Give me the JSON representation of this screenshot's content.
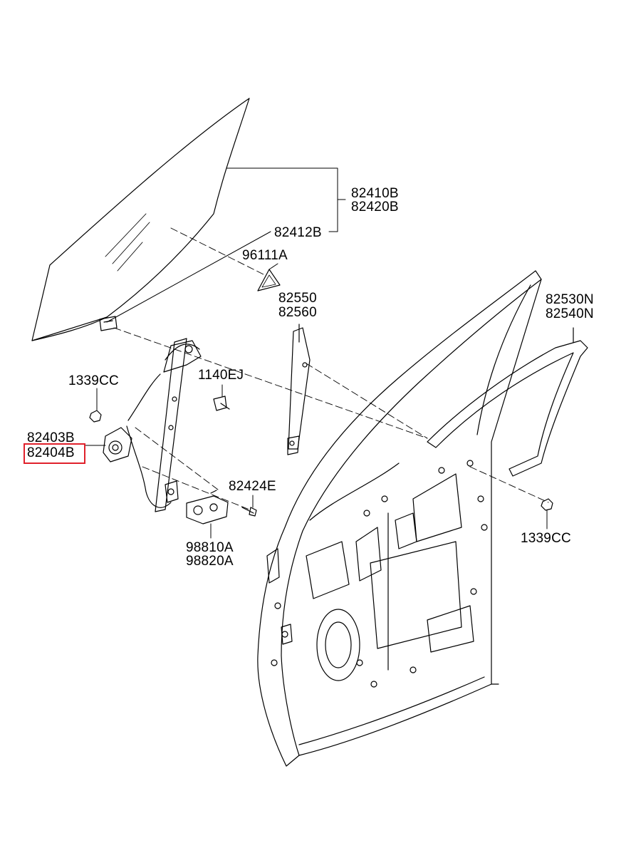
{
  "labels": {
    "glass_1": "82410B",
    "glass_2": "82420B",
    "glass_holder": "82412B",
    "wedge": "96111A",
    "channel_1": "82550",
    "channel_2": "82560",
    "weatherstrip_1": "82530N",
    "weatherstrip_2": "82540N",
    "nut_left": "1339CC",
    "bolt": "1140EJ",
    "motor_1": "82403B",
    "motor_2": "82404B",
    "screw": "82424E",
    "actuator_1": "98810A",
    "actuator_2": "98820A",
    "nut_right": "1339CC"
  },
  "highlight": {
    "color": "#e0212b",
    "target": "82404B"
  }
}
